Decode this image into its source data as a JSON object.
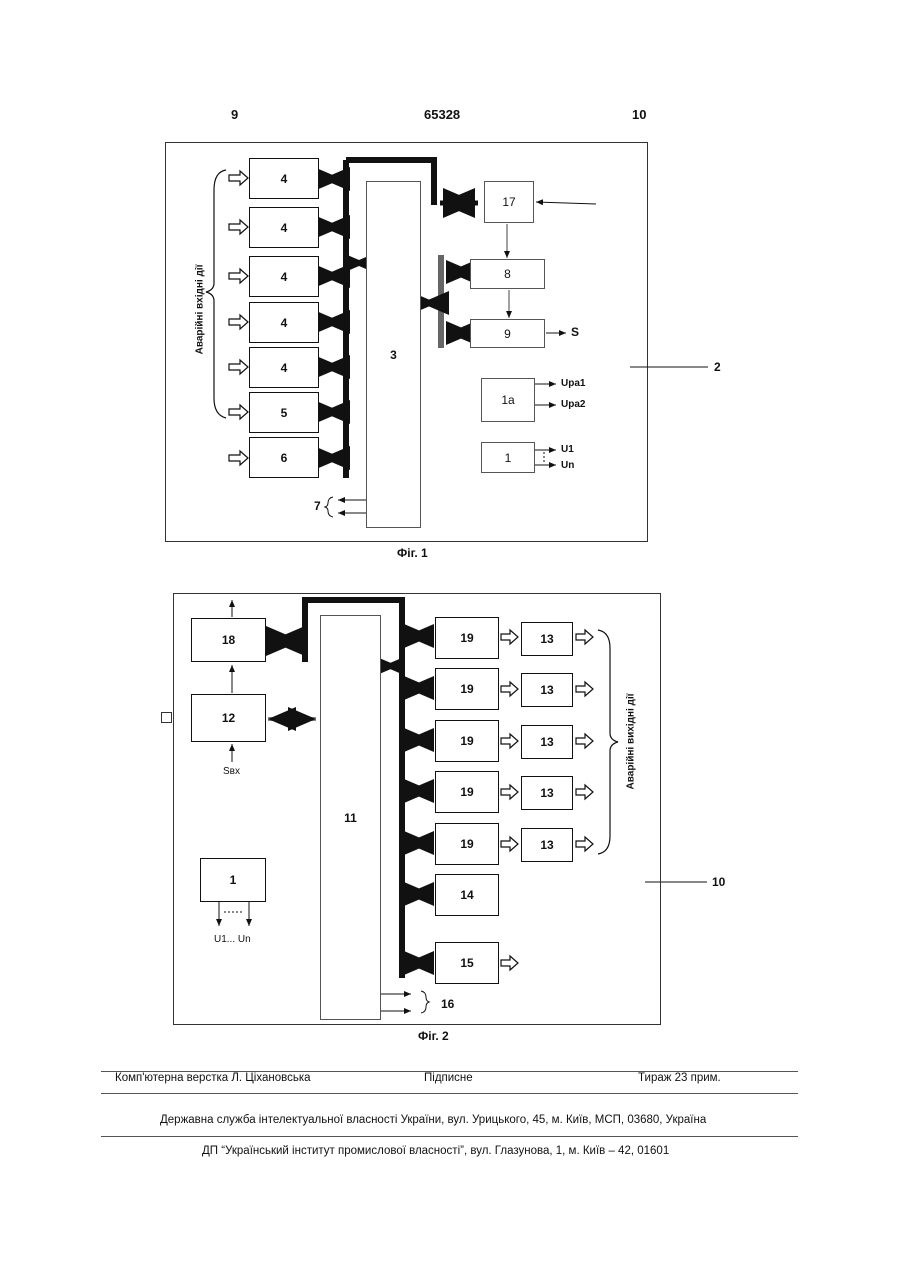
{
  "header": {
    "left_page": "9",
    "patent_number": "65328",
    "right_page": "10"
  },
  "fig1": {
    "caption": "Фіг. 1",
    "vertical_label": "Аварійні вхідні дії",
    "blocks": {
      "b4": "4",
      "b5": "5",
      "b6": "6",
      "b3": "3",
      "b17": "17",
      "b8": "8",
      "b9": "9",
      "b1a": "1a",
      "b1": "1"
    },
    "outputs": {
      "s": "S",
      "upa1": "Upa1",
      "upa2": "Upa2",
      "u1": "U1",
      "un": "Un"
    },
    "ref_2": "2",
    "ref_7": "7"
  },
  "fig2": {
    "caption": "Фіг. 2",
    "vertical_label": "Аварійні вихідні дії",
    "blocks": {
      "b18": "18",
      "b12": "12",
      "b11": "11",
      "b19": "19",
      "b13": "13",
      "b14": "14",
      "b15": "15",
      "b1": "1"
    },
    "input_label": "Sвх",
    "outputs_label": "U1... Un",
    "ref_10": "10",
    "ref_16": "16"
  },
  "footer": {
    "layout": "Комп'ютерна верстка Л. Ціхановська",
    "signed": "Підписне",
    "circulation": "Тираж 23 прим.",
    "office": "Державна служба інтелектуальної власності України, вул. Урицького, 45, м. Київ, МСП, 03680, Україна",
    "institute": "ДП “Український інститут промислової власності”, вул. Глазунова, 1, м. Київ – 42, 01601"
  }
}
